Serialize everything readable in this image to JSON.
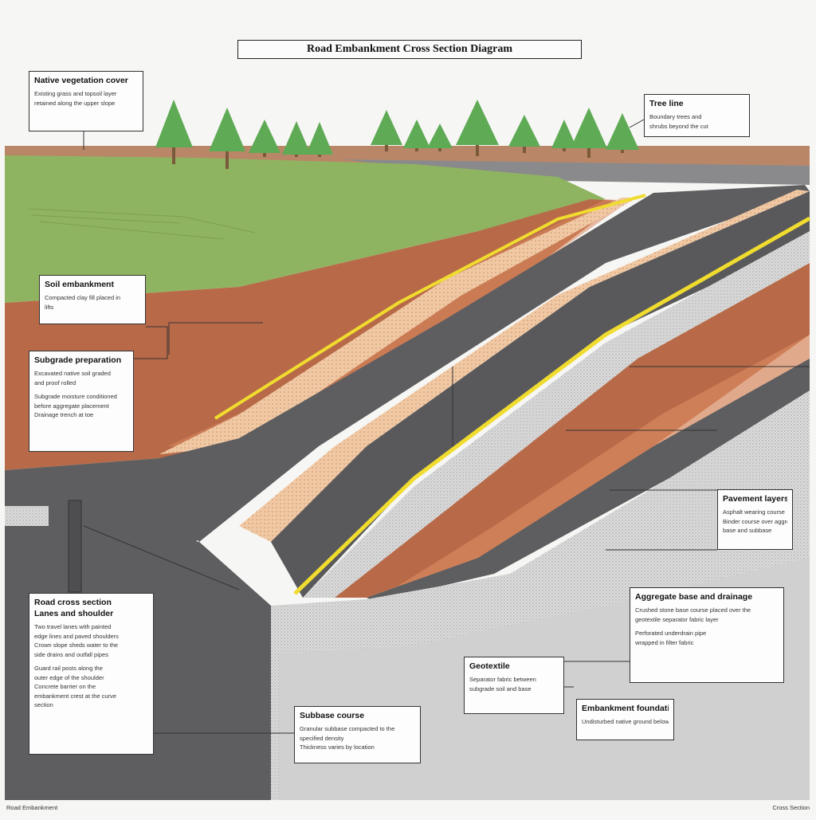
{
  "title": "Road Embankment Cross Section Diagram",
  "callouts": {
    "top_left": {
      "heading": "Native vegetation cover",
      "lines": [
        "Existing grass and topsoil layer",
        "retained along the upper slope"
      ]
    },
    "top_right": {
      "heading": "Tree line",
      "lines": [
        "Boundary trees and",
        "shrubs beyond the cut"
      ]
    },
    "mid_left_1": {
      "heading": "Soil embankment",
      "lines": [
        "Compacted clay fill placed in",
        "lifts"
      ]
    },
    "mid_left_2": {
      "heading": "Subgrade preparation",
      "lines": [
        "Excavated native soil graded",
        "and proof rolled",
        "Subgrade moisture conditioned",
        "before aggregate placement",
        "Drainage trench at toe"
      ]
    },
    "right_mid": {
      "heading": "Pavement layers",
      "lines": [
        "Asphalt wearing course",
        "Binder course over aggregate",
        "base and subbase"
      ]
    },
    "bottom_left": {
      "heading": "Road cross section",
      "subheading": "Lanes and shoulder",
      "lines": [
        "Two travel lanes with painted",
        "edge lines and paved shoulders",
        "Crown slope sheds water to the",
        "side drains and outfall pipes",
        "Guard rail posts along the",
        "outer edge of the shoulder",
        "Concrete barrier on the",
        "embankment crest at the curve",
        "section"
      ]
    },
    "bottom_right_top": {
      "heading": "Aggregate base and drainage",
      "lines": [
        "Crushed stone base course placed over the",
        "geotextile separator fabric layer",
        "Perforated underdrain pipe",
        "wrapped in filter fabric"
      ]
    },
    "bottom_mid": {
      "heading": "Geotextile",
      "lines": [
        "Separator fabric between",
        "subgrade soil and base"
      ]
    },
    "bottom_center": {
      "heading": "Subbase course",
      "lines": [
        "Granular subbase compacted to the",
        "specified density",
        "Thickness varies by location"
      ]
    },
    "bottom_right": {
      "heading": "Embankment foundation",
      "lines": [
        "Undisturbed native ground below"
      ]
    }
  },
  "footer": {
    "left": "Road Embankment",
    "right": "Cross Section"
  },
  "colors": {
    "sky": "#f6f6f4",
    "grass": "#8fb461",
    "soil": "#b86a48",
    "asphalt": "#5e5e60",
    "sand": "#f0c9a4",
    "edge_line": "#f0dc2e",
    "gravel": "#d7d7d7",
    "tree": "#5faa55"
  }
}
